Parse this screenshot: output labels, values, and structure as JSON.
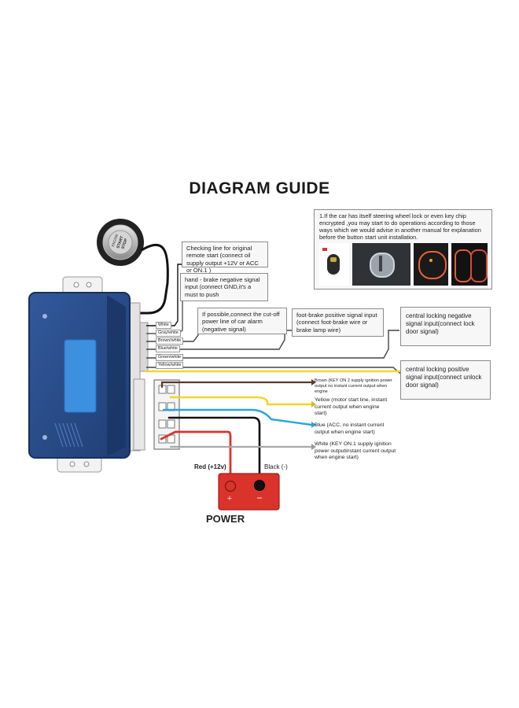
{
  "title": "DIAGRAM GUIDE",
  "note": {
    "text": "1.If the car has itself steering wheel lock or even key chip encrypted ,you may start to do operations according to those ways which we would advise in another manual for explanation before the button start unit installation."
  },
  "start_button": {
    "lines": [
      "ENGINE",
      "START",
      "STOP"
    ]
  },
  "callouts": {
    "checking_line": "Checking line for original remote start (connect oil supply output +12V or ACC or ON.1 )",
    "hand_brake": "hand - brake negative signal input (connect GND,it's a must to push",
    "cut_off": "If possible,connect the cut-off power line of car alarm (negative signal)",
    "foot_brake": "foot-brake positive signal input (connect foot-brake wire or brake lamp wire)",
    "locking_negative": "central locking negative signal input(connect lock door signal)",
    "locking_positive": "central locking positive signal input(connect unlock door signal)"
  },
  "connector_labels": [
    "White",
    "Gray/white",
    "Brown/white",
    "Blue/white",
    "Green/white",
    "Yellow/white"
  ],
  "output_wires": {
    "brown": "Brown (KEY ON 2 supply ignition power output no instant current output when engine",
    "yellow": "Yellow (motor start line, instant current output when engine start)",
    "blue": "Blue (ACC, no instant current output when engine start)",
    "white": "White (KEY ON.1 supply ignition power outputinstant current output when engine start)"
  },
  "battery": {
    "red_label": "Red (+12v)",
    "black_label": "Black (-)",
    "plus": "+",
    "minus": "−",
    "power_label": "POWER"
  },
  "colors": {
    "module_blue": "#2b4f8f",
    "screen_blue": "#3d8fe0",
    "battery_red": "#d9332b",
    "wire_yellow": "#f1d62a",
    "wire_blue": "#29a3e0",
    "wire_brown": "#5a3a2a",
    "wire_black": "#111111",
    "wire_red": "#d9332b",
    "wire_gray": "#a9a9a9"
  }
}
